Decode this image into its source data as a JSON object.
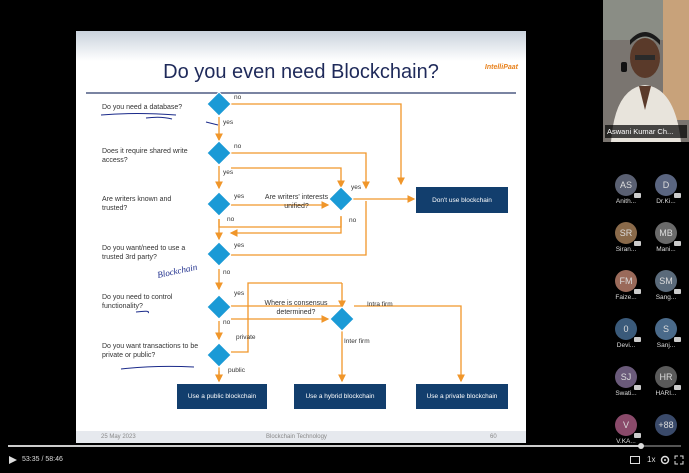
{
  "slide": {
    "title": "Do you even need Blockchain?",
    "logo_text": "IntelliPaat",
    "questions": [
      "Do you need a database?",
      "Does it require shared write access?",
      "Are writers known and trusted?",
      "Do you want/need to use a trusted 3rd party?",
      "Do you need to control functionality?",
      "Do you want transactions to be private or public?"
    ],
    "side_questions": [
      "Are writers' interests unified?",
      "Where is consensus determined?"
    ],
    "edge_labels": {
      "no": "no",
      "yes": "yes",
      "private": "private",
      "public": "public",
      "intra_firm": "Intra firm",
      "inter_firm": "Inter firm"
    },
    "outcomes": {
      "dont_use": "Don't use blockchain",
      "public": "Use a public blockchain",
      "hybrid": "Use a hybrid blockchain",
      "private": "Use a private blockchain"
    },
    "handwritten_note": "Blockchain",
    "footer": {
      "date": "25 May 2023",
      "center": "Blockchain Technology",
      "page": "60"
    }
  },
  "presenter": {
    "name": "Aswani Kumar Ch..."
  },
  "participants": [
    {
      "initials": "AS",
      "name": "Anith...",
      "color": "#5a6072"
    },
    {
      "initials": "D",
      "name": "Dr.Ki...",
      "color": "#5a6580"
    },
    {
      "initials": "SR",
      "name": "Siran...",
      "color": "#8a6a4a"
    },
    {
      "initials": "MB",
      "name": "Mani...",
      "color": "#6a6a6a"
    },
    {
      "initials": "FM",
      "name": "Faize...",
      "color": "#9a6a5a"
    },
    {
      "initials": "SM",
      "name": "Sang...",
      "color": "#5a6a7a"
    },
    {
      "initials": "0",
      "name": "Devi...",
      "color": "#3a5a7a"
    },
    {
      "initials": "S",
      "name": "Sanj...",
      "color": "#4a6a8a"
    },
    {
      "initials": "SJ",
      "name": "Swati...",
      "color": "#6a5a7a"
    },
    {
      "initials": "HR",
      "name": "HARI...",
      "color": "#5a5a5a"
    },
    {
      "initials": "V",
      "name": "V.KA...",
      "color": "#8a4a6a"
    },
    {
      "initials": "+88",
      "name": "",
      "color": "#3a4a6a"
    }
  ],
  "player": {
    "timecode": "53:35 / 58:46",
    "speed": "1x",
    "progress": 0.94
  }
}
